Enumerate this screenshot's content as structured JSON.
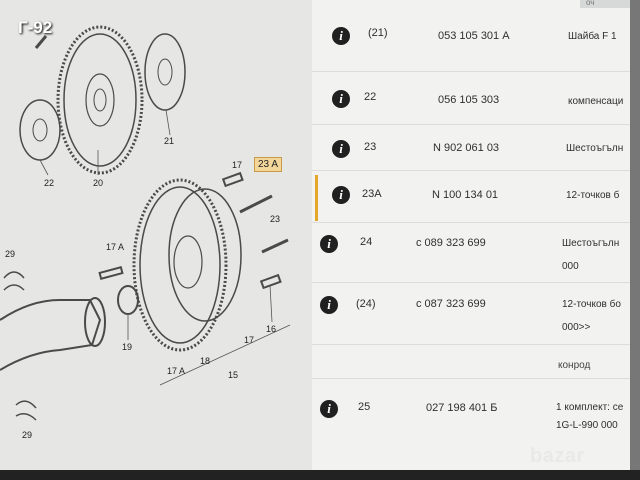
{
  "watermark": "Г-92",
  "diagram": {
    "callouts": {
      "c21": "21",
      "c20": "20",
      "c22": "22",
      "c17top": "17",
      "c23a": "23 A",
      "c23": "23",
      "c17a": "17 A",
      "c29a": "29",
      "c19": "19",
      "c16": "16",
      "c17bottom": "17",
      "c18": "18",
      "c17abottom": "17 A",
      "c15": "15",
      "c29b": "29"
    }
  },
  "table": {
    "header": "оч",
    "rows": [
      {
        "num": "(21)",
        "code": "053 105 301 А",
        "desc": "Шайба F 1"
      },
      {
        "num": "22",
        "code": "056 105 303",
        "desc": "компенсаци"
      },
      {
        "num": "23",
        "code": "N 902 061 03",
        "desc": "Шестоъгълн"
      },
      {
        "num": "23A",
        "code": "N 100 134 01",
        "desc": "12-точков б"
      },
      {
        "num": "24",
        "code": "с 089 323 699",
        "desc": "Шестоъгълн",
        "desc2": "000"
      },
      {
        "num": "(24)",
        "code": "с 087 323 699",
        "desc": "12-точков бо",
        "desc2": "000>>"
      },
      {
        "num": "25",
        "code": "027 198 401 Б",
        "desc": "1 комплект: се",
        "desc2": "1G-L-990 000"
      }
    ],
    "section_label": "конрод"
  },
  "logo": "bazar"
}
